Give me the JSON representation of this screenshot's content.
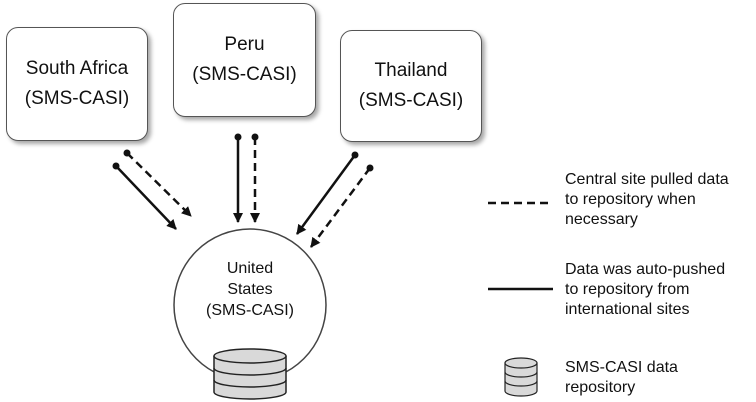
{
  "sites": [
    {
      "name": "South Africa",
      "system": "(SMS-CASI)"
    },
    {
      "name": "Peru",
      "system": "(SMS-CASI)"
    },
    {
      "name": "Thailand",
      "system": "(SMS-CASI)"
    }
  ],
  "hub": {
    "line1": "United",
    "line2": "States",
    "line3": "(SMS-CASI)"
  },
  "legend": {
    "pulled": [
      "Central site pulled data",
      "to repository when",
      "necessary"
    ],
    "pushed": [
      "Data was auto-pushed",
      "to repository from",
      "international sites"
    ],
    "repository": [
      "SMS-CASI data",
      "repository"
    ]
  }
}
